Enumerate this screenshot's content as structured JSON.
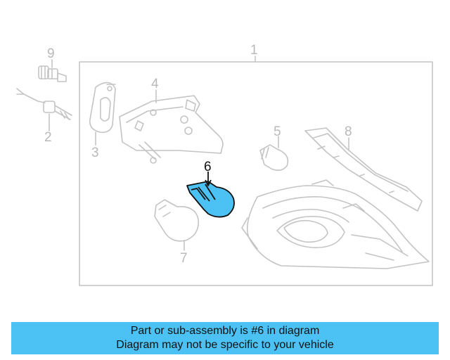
{
  "diagram": {
    "callouts": {
      "c1": "1",
      "c2": "2",
      "c3": "3",
      "c4": "4",
      "c5": "5",
      "c6": "6",
      "c7": "7",
      "c8": "8",
      "c9": "9"
    },
    "highlighted_part": "6",
    "colors": {
      "line": "#c4c4c4",
      "highlight_fill": "#4cc1f4",
      "highlight_stroke": "#111111"
    }
  },
  "banner": {
    "line1": "Part or sub-assembly is #6 in diagram",
    "line2": "Diagram may not be specific to your vehicle",
    "background": "#4cc1f4"
  }
}
